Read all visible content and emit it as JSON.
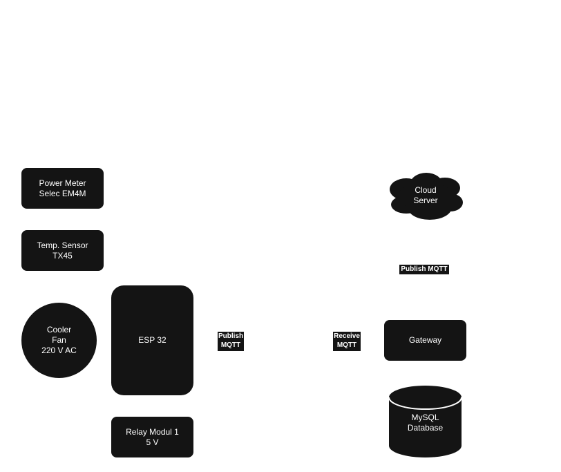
{
  "nodes": {
    "power_meter": "Power Meter\nSelec EM4M",
    "temp_sensor": "Temp. Sensor\nTX45",
    "cooler_fan": "Cooler\nFan\n220 V AC",
    "esp32": "ESP 32",
    "relay": "Relay Modul 1\n5 V",
    "cloud_server": "Cloud\nServer",
    "gateway": "Gateway",
    "mysql": "MySQL\nDatabase"
  },
  "edge_labels": {
    "esp_publish": "Publish\nMQTT",
    "gateway_receive": "Receive\nMQTT",
    "cloud_publish": "Publish MQTT"
  },
  "colors": {
    "node_fill": "#141414",
    "text": "#ffffff",
    "background": "#ffffff"
  }
}
